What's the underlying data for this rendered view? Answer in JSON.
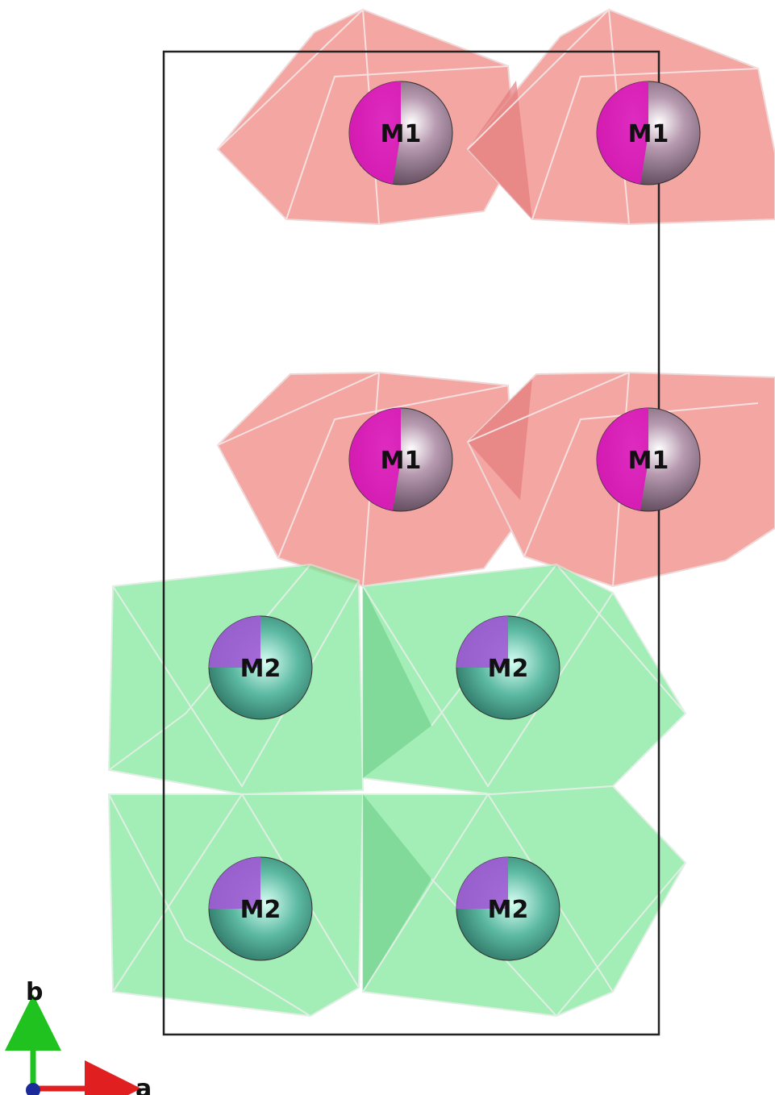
{
  "diagram": {
    "atoms": [
      {
        "label": "M1",
        "kind": "m1"
      },
      {
        "label": "M1",
        "kind": "m1"
      },
      {
        "label": "M1",
        "kind": "m1"
      },
      {
        "label": "M1",
        "kind": "m1"
      },
      {
        "label": "M2",
        "kind": "m2"
      },
      {
        "label": "M2",
        "kind": "m2"
      },
      {
        "label": "M2",
        "kind": "m2"
      },
      {
        "label": "M2",
        "kind": "m2"
      }
    ],
    "axes": {
      "b_label": "b",
      "a_label": "a"
    },
    "colors": {
      "m1_polyhedron": "#f0857f",
      "m2_polyhedron": "#7fe89a",
      "m1_atom_primary": "#d81ab6",
      "m1_atom_secondary": "#8a6f84",
      "m2_atom_primary": "#a25bd6",
      "m2_atom_secondary": "#3f9e86",
      "cell_outline": "#222222",
      "axis_b": "#1fc21f",
      "axis_a": "#e02020",
      "axis_c": "#1a2a9a"
    }
  }
}
